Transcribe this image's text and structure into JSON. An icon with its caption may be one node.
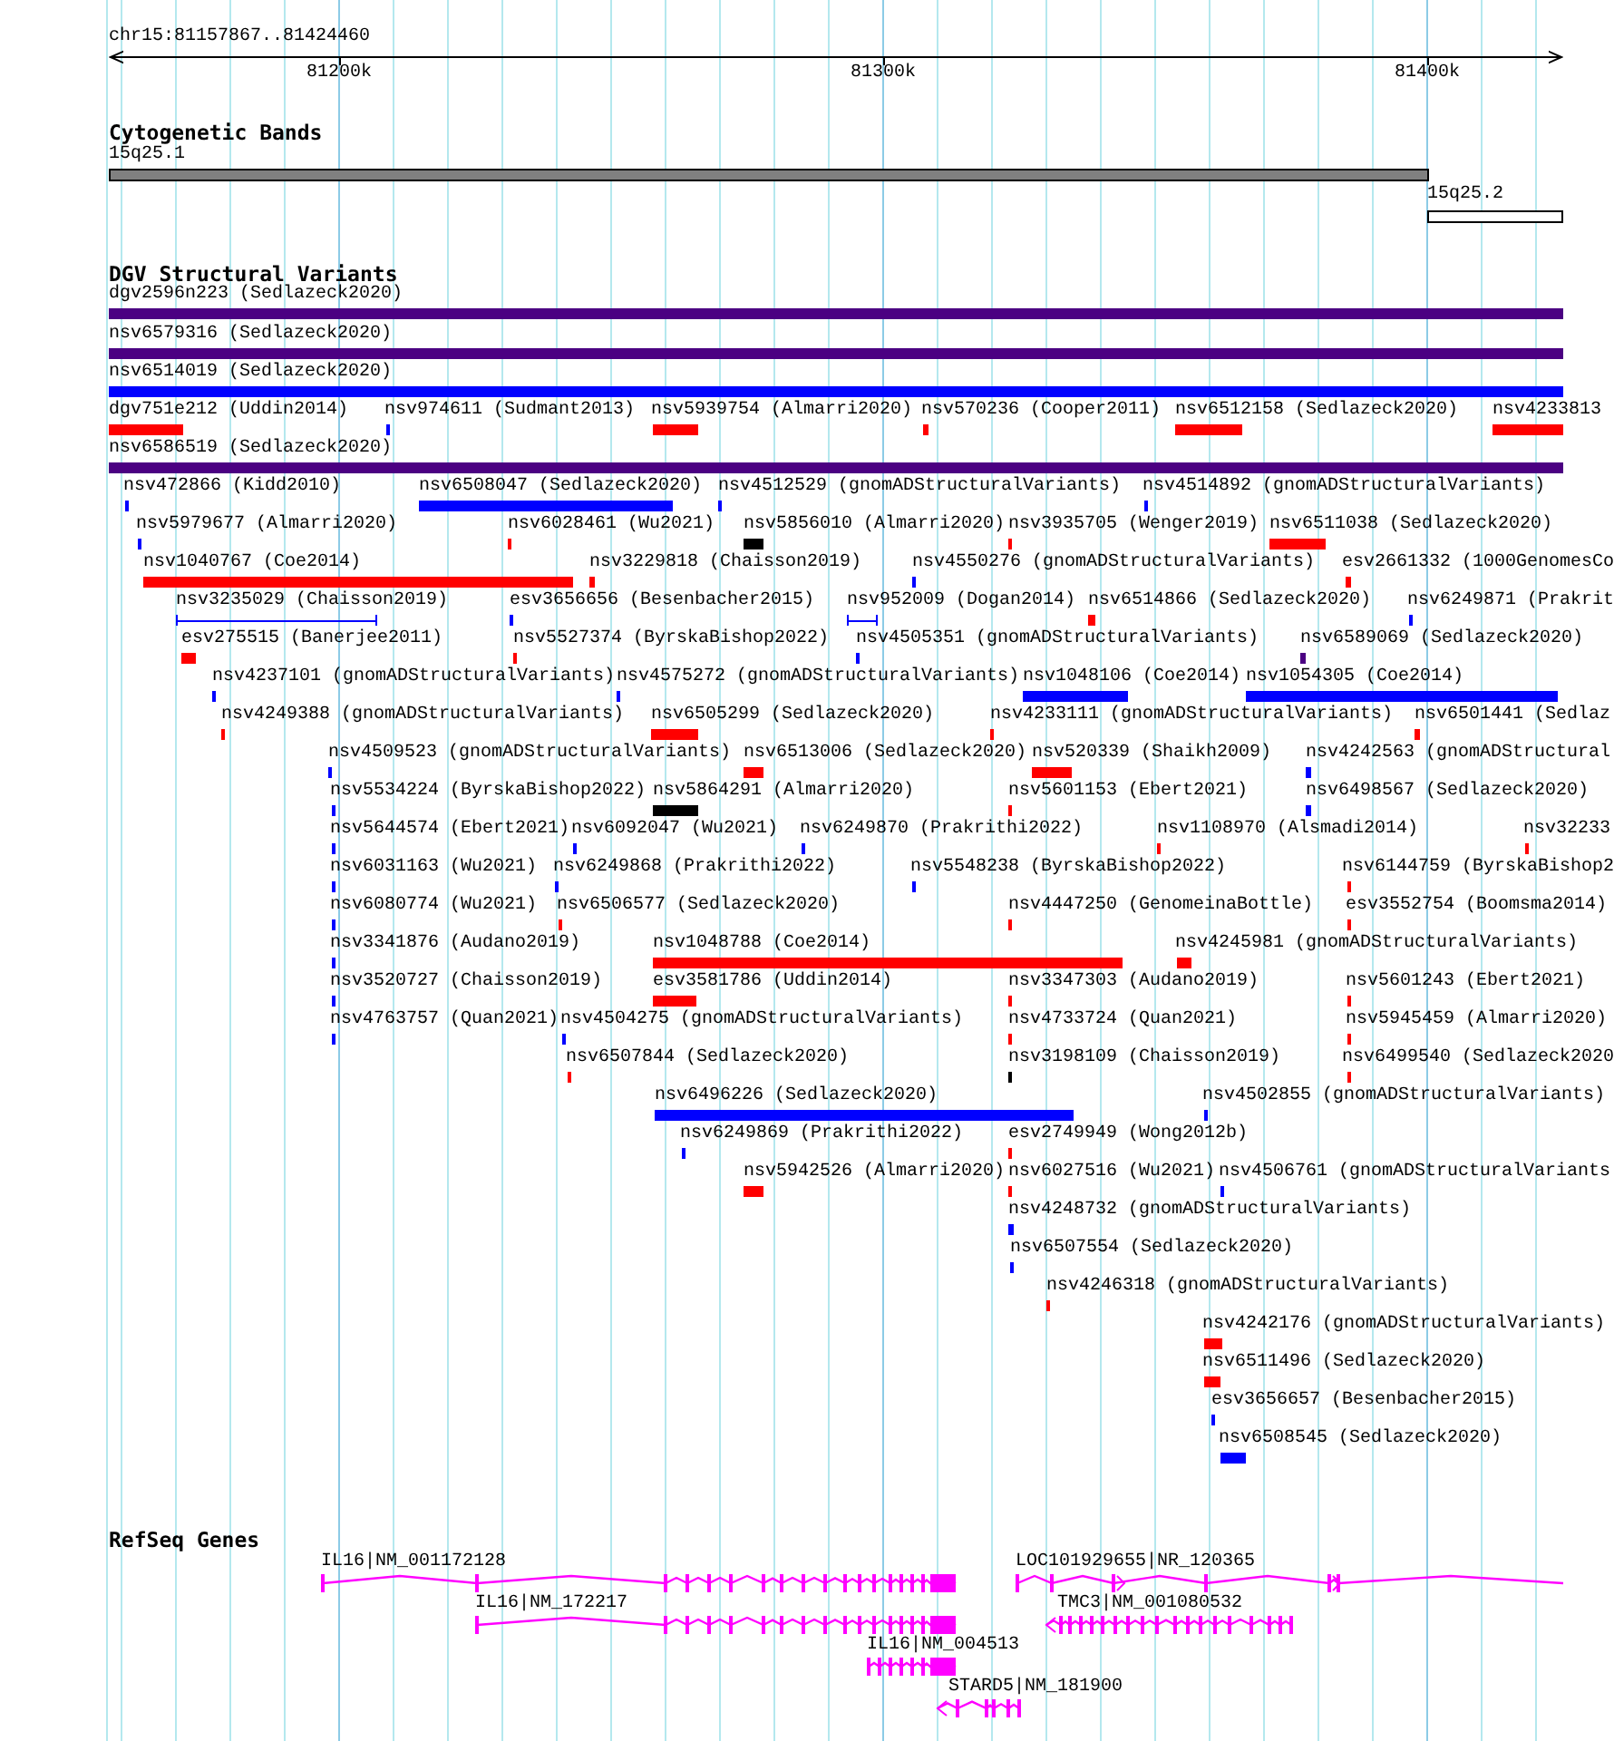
{
  "diagram": {
    "labels": [
      "chr15:81157867..81424460",
      "81200k",
      "81300k",
      "81400k",
      "Cytogenetic Bands",
      "15q25.1",
      "15q25.2",
      "DGV Structural Variants",
      "dgv2596n223 (Sedlazeck2020)",
      "nsv6579316 (Sedlazeck2020)",
      "nsv6514019 (Sedlazeck2020)",
      "dgv751e212 (Uddin2014)",
      "nsv974611 (Sudmant2013)",
      "nsv5939754 (Almarri2020)",
      "nsv570236 (Cooper2011)",
      "nsv6512158 (Sedlazeck2020)",
      "nsv4233813",
      "nsv6586519 (Sedlazeck2020)",
      "nsv472866 (Kidd2010)",
      "nsv6508047 (Sedlazeck2020)",
      "nsv4512529 (gnomADStructuralVariants)",
      "nsv4514892 (gnomADStructuralVariants)",
      "nsv5979677 (Almarri2020)",
      "nsv6028461 (Wu2021)",
      "nsv5856010 (Almarri2020)",
      "nsv3935705 (Wenger2019)",
      "nsv6511038 (Sedlazeck2020)",
      "nsv1040767 (Coe2014)",
      "nsv3229818 (Chaisson2019)",
      "nsv4550276 (gnomADStructuralVariants)",
      "esv2661332 (1000GenomesCo",
      "nsv3235029 (Chaisson2019)",
      "esv3656656 (Besenbacher2015)",
      "nsv952009 (Dogan2014)",
      "nsv6514866 (Sedlazeck2020)",
      "nsv6249871 (Prakrit",
      "esv275515 (Banerjee2011)",
      "nsv5527374 (ByrskaBishop2022)",
      "nsv4505351 (gnomADStructuralVariants)",
      "nsv6589069 (Sedlazeck2020)",
      "nsv4237101 (gnomADStructuralVariants)",
      "nsv4575272 (gnomADStructuralVariants)",
      "nsv1048106 (Coe2014)",
      "nsv1054305 (Coe2014)",
      "nsv4249388 (gnomADStructuralVariants)",
      "nsv6505299 (Sedlazeck2020)",
      "nsv4233111 (gnomADStructuralVariants)",
      "nsv6501441 (Sedlaz",
      "nsv4509523 (gnomADStructuralVariants)",
      "nsv6513006 (Sedlazeck2020)",
      "nsv520339 (Shaikh2009)",
      "nsv4242563 (gnomADStructural",
      "nsv5534224 (ByrskaBishop2022)",
      "nsv5864291 (Almarri2020)",
      "nsv5601153 (Ebert2021)",
      "nsv6498567 (Sedlazeck2020)",
      "nsv5644574 (Ebert2021)",
      "nsv6092047 (Wu2021)",
      "nsv6249870 (Prakrithi2022)",
      "nsv1108970 (Alsmadi2014)",
      "nsv32233",
      "nsv6031163 (Wu2021)",
      "nsv6249868 (Prakrithi2022)",
      "nsv5548238 (ByrskaBishop2022)",
      "nsv6144759 (ByrskaBishop2",
      "nsv6080774 (Wu2021)",
      "nsv6506577 (Sedlazeck2020)",
      "nsv4447250 (GenomeinaBottle)",
      "esv3552754 (Boomsma2014)",
      "nsv3341876 (Audano2019)",
      "nsv1048788 (Coe2014)",
      "nsv4245981 (gnomADStructuralVariants)",
      "nsv3520727 (Chaisson2019)",
      "esv3581786 (Uddin2014)",
      "nsv3347303 (Audano2019)",
      "nsv5601243 (Ebert2021)",
      "nsv4763757 (Quan2021)",
      "nsv4504275 (gnomADStructuralVariants)",
      "nsv4733724 (Quan2021)",
      "nsv5945459 (Almarri2020)",
      "nsv6507844 (Sedlazeck2020)",
      "nsv3198109 (Chaisson2019)",
      "nsv6499540 (Sedlazeck2020",
      "nsv6496226 (Sedlazeck2020)",
      "nsv4502855 (gnomADStructuralVariants)",
      "nsv6249869 (Prakrithi2022)",
      "esv2749949 (Wong2012b)",
      "nsv5942526 (Almarri2020)",
      "nsv6027516 (Wu2021)",
      "nsv4506761 (gnomADStructuralVariants",
      "nsv4248732 (gnomADStructuralVariants)",
      "nsv6507554 (Sedlazeck2020)",
      "nsv4246318 (gnomADStructuralVariants)",
      "nsv4242176 (gnomADStructuralVariants)",
      "nsv6511496 (Sedlazeck2020)",
      "esv3656657 (Besenbacher2015)",
      "nsv6508545 (Sedlazeck2020)",
      "RefSeq Genes",
      "IL16|NM_001172128",
      "LOC101929655|NR_120365",
      "IL16|NM_172217",
      "TMC3|NM_001080532",
      "IL16|NM_004513",
      "STARD5|NM_181900"
    ]
  }
}
